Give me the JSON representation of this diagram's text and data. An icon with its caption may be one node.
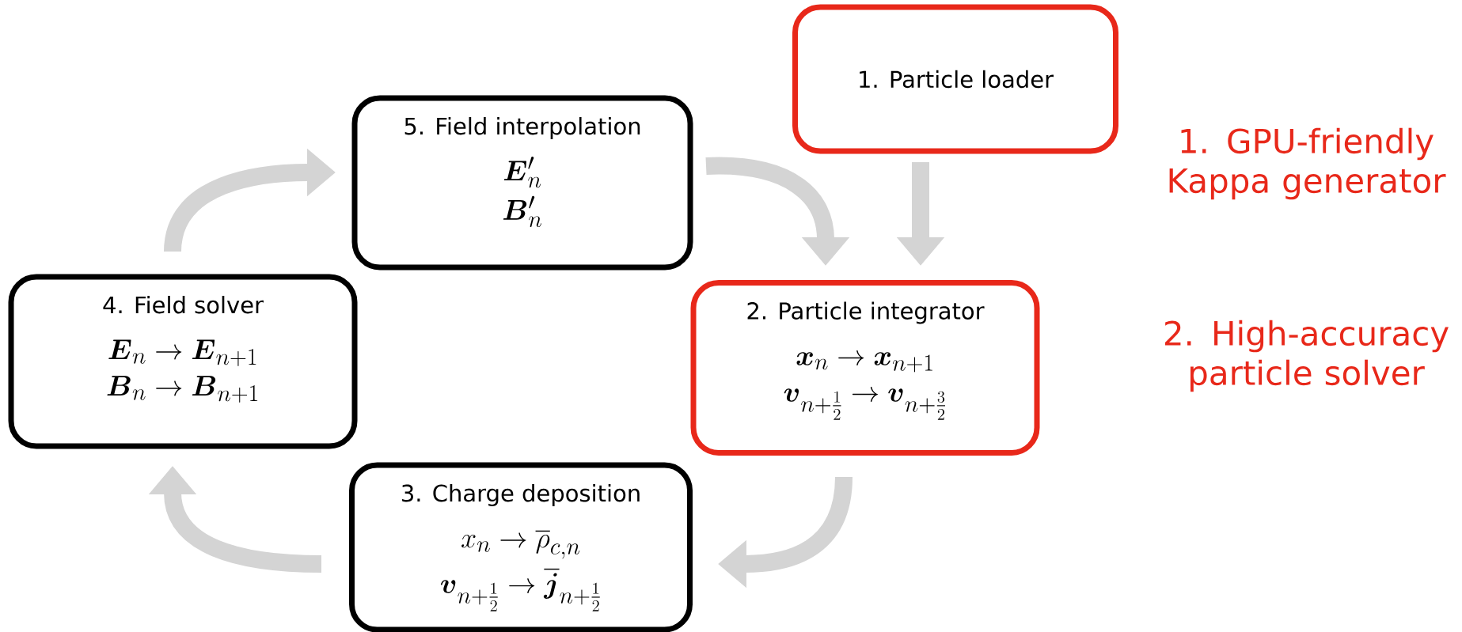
{
  "diagram": {
    "nodes": [
      {
        "text": [
          "1. Particle loader"
        ]
      },
      {
        "text": [
          "5. Field interpolation",
          "\\boldsymbol{E}'_n",
          "\\boldsymbol{B}'_n"
        ]
      },
      {
        "text": [
          "4. Field solver",
          "\\boldsymbol{E}_n \\to \\boldsymbol{E}_{n+1}",
          "\\boldsymbol{B}_n \\to \\boldsymbol{B}_{n+1}"
        ]
      },
      {
        "text": [
          "2. Particle integrator",
          "\\boldsymbol{x}_n \\to \\boldsymbol{x}_{n+1}",
          "\\boldsymbol{v}_{n+\\frac{1}{2}} \\to \\boldsymbol{v}_{n+\\frac{3}{2}}"
        ]
      },
      {
        "text": [
          "3. Charge deposition",
          "x_n \\to \\overline{\\rho}_{c,n}",
          "\\boldsymbol{v}_{n+\\frac{1}{2}} \\to \\overline{\\boldsymbol{j}}_{n+\\frac{1}{2}}"
        ]
      }
    ],
    "edges": [
      {
        "from": 0,
        "to": 3,
        "arrow": "to"
      },
      {
        "from": 1,
        "to": 3,
        "arrow": "to"
      },
      {
        "from": 3,
        "to": 4,
        "arrow": "to"
      },
      {
        "from": 4,
        "to": 2,
        "arrow": "to"
      },
      {
        "from": 2,
        "to": 1,
        "arrow": "to"
      }
    ],
    "labels": [
      "1. GPU-friendly Kappa generator",
      "2. High-accuracy particle solver"
    ]
  }
}
